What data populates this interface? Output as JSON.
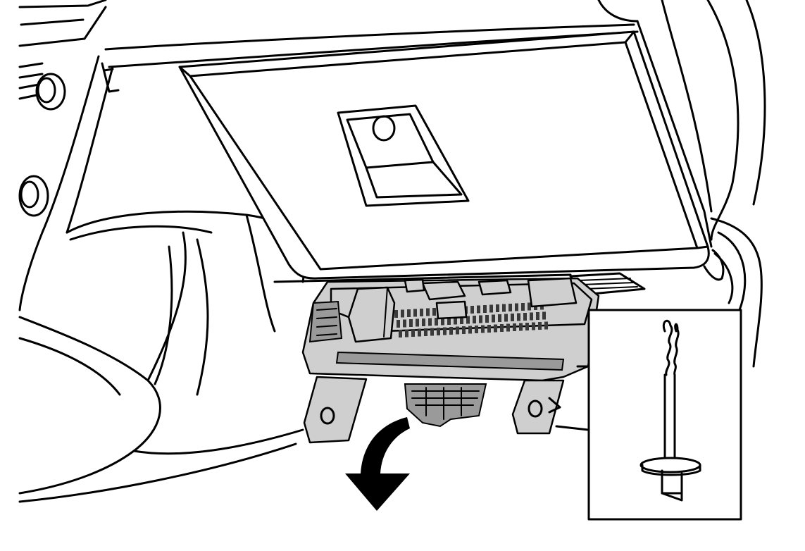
{
  "figure": {
    "components": {
      "dashboard": "dashboard-outline",
      "glovebox": "glove-box-lid",
      "unit": "electrical-distribution-unit",
      "arrow": "removal-direction-arrow",
      "inset": "rivet-drill-inset"
    },
    "colors": {
      "line": "#000000",
      "unit_fill": "#cfcfcf",
      "unit_shadow": "#9a9a9a",
      "background": "#ffffff"
    }
  }
}
